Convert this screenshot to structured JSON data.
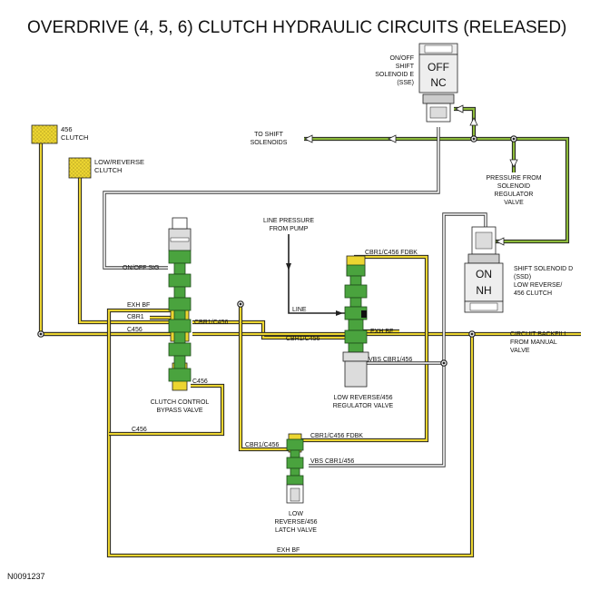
{
  "title": "OVERDRIVE (4, 5, 6) CLUTCH HYDRAULIC CIRCUITS (RELEASED)",
  "figure_id": "N0091237",
  "clutches": {
    "clutch_456": "456\nCLUTCH",
    "low_reverse": "LOW/REVERSE\nCLUTCH"
  },
  "solenoid_e": {
    "label": "ON/OFF\nSHIFT\nSOLENOID E\n(SSE)",
    "state": "OFF",
    "type": "NC"
  },
  "solenoid_d": {
    "label": "SHIFT SOLENOID D\n(SSD)\nLOW REVERSE/\n456 CLUTCH",
    "state": "ON",
    "type": "NH"
  },
  "annotations": {
    "to_shift_solenoids": "TO SHIFT\nSOLENOIDS",
    "pressure_from_regulator": "PRESSURE FROM\nSOLENOID\nREGULATOR\nVALVE",
    "line_pressure_from_pump": "LINE PRESSURE\nFROM PUMP",
    "circuit_backfill": "CIRCUIT BACKFILL\nFROM MANUAL\nVALVE"
  },
  "valves": {
    "clutch_control_bypass": "CLUTCH CONTROL\nBYPASS VALVE",
    "low_reverse_456_regulator": "LOW REVERSE/456\nREGULATOR VALVE",
    "low_reverse_456_latch": "LOW\nREVERSE/456\nLATCH VALVE"
  },
  "circuits": {
    "on_off_sig": "ON/OFF SIG",
    "exh_bf_left": "EXH BF",
    "cbr1": "CBR1",
    "c456_left": "C456",
    "cbr1_c456_mid": "CBR1/C456",
    "cbr1_c456_reg": "CBR1/C456",
    "c456_bypass": "C456",
    "c456_low": "C456",
    "cbr1_c456_fdbk_top": "CBR1/C456 FDBK",
    "line": "LINE",
    "exh_bf_right": "EXH BF",
    "vbs_cbr1_456_reg": "VBS CBR1/456",
    "cbr1_c456_latch": "CBR1/C456",
    "cbr1_c456_fdbk_latch": "CBR1/C456 FDBK",
    "vbs_cbr1_456_latch": "VBS CBR1/456",
    "exh_bf_bottom": "EXH BF"
  }
}
